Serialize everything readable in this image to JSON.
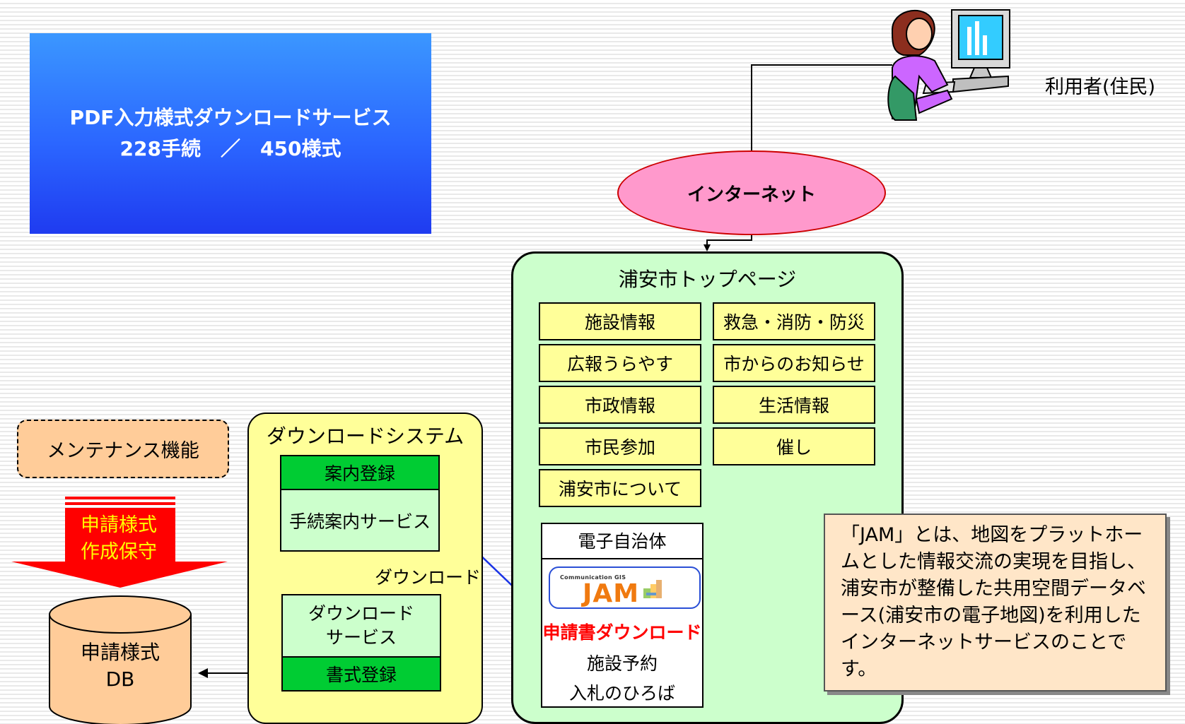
{
  "title": {
    "line1": "PDF入力様式ダウンロードサービス",
    "line2": "228手続　／　450様式"
  },
  "user": {
    "label": "利用者(住民)"
  },
  "internet": {
    "label": "インターネット"
  },
  "portal": {
    "title": "浦安市トップページ",
    "menu_left": [
      "施設情報",
      "広報うらやす",
      "市政情報",
      "市民参加",
      "浦安市について"
    ],
    "menu_right": [
      "救急・消防・防災",
      "市からのお知らせ",
      "生活情報",
      "催し"
    ],
    "egov": {
      "header": "電子自治体",
      "logo_small": "Communication GIS",
      "logo_text": "JAM",
      "download_link": "申請書ダウンロード",
      "items": [
        "施設予約",
        "入札のひろば"
      ]
    }
  },
  "note": {
    "text": "「JAM」とは、地図をプラットホームとした情報交流の実現を目指し、浦安市が整備した共用空間データベース(浦安市の電子地図)を利用したインターネットサービスのことです。"
  },
  "download_system": {
    "title": "ダウンロードシステム",
    "guide_register": "案内登録",
    "guide_service": "手続案内サービス",
    "arrow_label": "ダウンロード",
    "download_service_line1": "ダウンロード",
    "download_service_line2": "サービス",
    "form_register": "書式登録"
  },
  "maintenance": {
    "label": "メンテナンス機能",
    "arrow_line1": "申請様式",
    "arrow_line2": "作成保守"
  },
  "database": {
    "line1": "申請様式",
    "line2": "DB"
  },
  "colors": {
    "banner_top": "#3b97ff",
    "banner_bottom": "#1f3bf0",
    "internet_fill": "#ff99cc",
    "portal_fill": "#ccffcc",
    "menu_fill": "#ffff99",
    "register_fill": "#00cc33",
    "maint_fill": "#ffcc99",
    "arrow_red": "#ff0000",
    "link_red": "#ff0000"
  }
}
